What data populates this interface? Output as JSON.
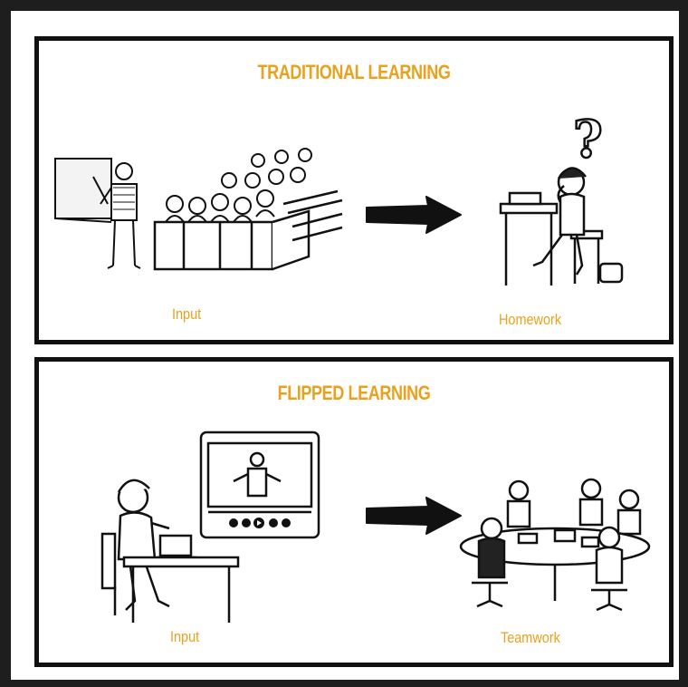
{
  "colors": {
    "accent": "#e8a21d",
    "ink": "#111111",
    "background": "#ffffff",
    "outer": "#1e1e1e"
  },
  "traditional": {
    "title": "TRADITIONAL LEARNING",
    "left_label": "Input",
    "right_label": "Homework",
    "question_mark": "?"
  },
  "flipped": {
    "title": "FLIPPED LEARNING",
    "left_label": "Input",
    "right_label": "Teamwork"
  }
}
